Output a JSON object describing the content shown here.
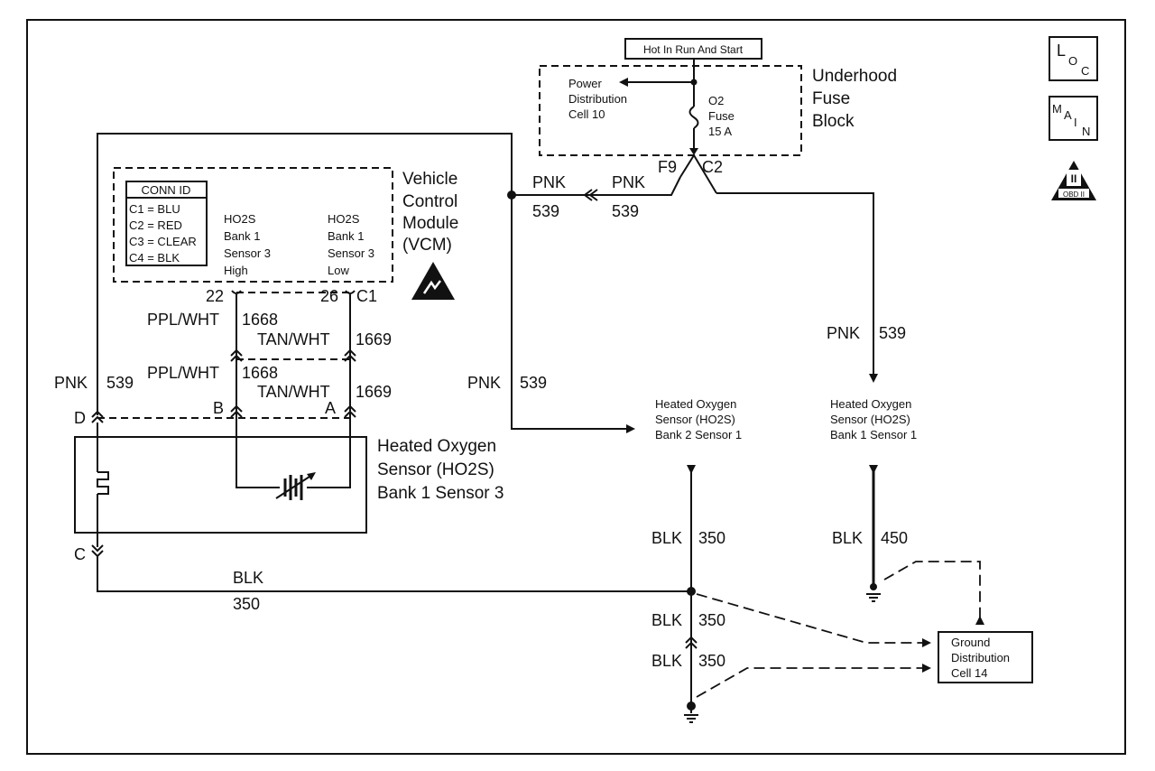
{
  "power": {
    "hot_label": "Hot In Run And Start",
    "fuse_block_title": [
      "Underhood",
      "Fuse",
      "Block"
    ],
    "power_dist": [
      "Power",
      "Distribution",
      "Cell 10"
    ],
    "fuse": [
      "O2",
      "Fuse",
      "15 A"
    ],
    "connector_left": "F9",
    "connector_right": "C2"
  },
  "vcm": {
    "title": [
      "Vehicle",
      "Control",
      "Module",
      "(VCM)"
    ],
    "conn_id_title": "CONN ID",
    "conn_ids": [
      "C1 = BLU",
      "C2 = RED",
      "C3 = CLEAR",
      "C4 = BLK"
    ],
    "high_label": [
      "HO2S",
      "Bank 1",
      "Sensor 3",
      "High"
    ],
    "low_label": [
      "HO2S",
      "Bank 1",
      "Sensor 3",
      "Low"
    ],
    "pin_high": "22",
    "pin_low": "26",
    "pin_conn": "C1"
  },
  "wires": {
    "pnk": "PNK",
    "n539": "539",
    "ppl_wht": "PPL/WHT",
    "n1668": "1668",
    "tan_wht": "TAN/WHT",
    "n1669": "1669",
    "blk": "BLK",
    "n350": "350",
    "n450": "450"
  },
  "sensor_b1s3": {
    "title": [
      "Heated Oxygen",
      "Sensor (HO2S)",
      "Bank 1 Sensor 3"
    ],
    "pin_d": "D",
    "pin_b": "B",
    "pin_a": "A",
    "pin_c": "C"
  },
  "sensor_b2s1": [
    "Heated Oxygen",
    "Sensor (HO2S)",
    "Bank 2 Sensor 1"
  ],
  "sensor_b1s1": [
    "Heated Oxygen",
    "Sensor (HO2S)",
    "Bank 1 Sensor 1"
  ],
  "ground": [
    "Ground",
    "Distribution",
    "Cell 14"
  ],
  "icons": {
    "loc": [
      "L",
      "O",
      "C"
    ],
    "main": [
      "M",
      "A",
      "I",
      "N"
    ],
    "obd": [
      "II",
      "OBD II"
    ]
  }
}
